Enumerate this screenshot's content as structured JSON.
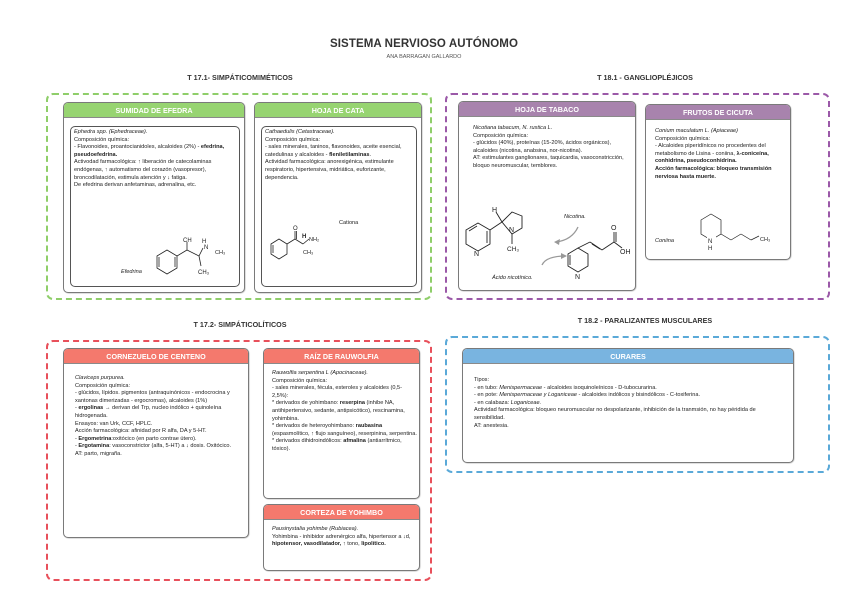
{
  "header": {
    "title": "SISTEMA NERVIOSO AUTÓNOMO",
    "author": "ANA BARRAGAN GALLARDO"
  },
  "colors": {
    "green": "#97d471",
    "purple": "#a883ad",
    "red": "#f4796d",
    "blue": "#79b4e0"
  },
  "sections": {
    "s171": {
      "title": "T 17.1- SIMPÁTICOMIMÉTICOS",
      "cards": {
        "efedra": {
          "title": "SUMIDAD DE EFEDRA",
          "species": "Ephedra spp. (Ephedraceae).",
          "comp_label": "Composición química:",
          "comp_1": "- Flavonoides, proantocianidoles, alcaloides (2%) - ",
          "comp_1_bold": "efedrina, pseudoefedrina.",
          "act_1": "Activodad farmacológica: ↑ liberación de catecolaminas endógenas, ↑ automatismo del corazón (vasopresor), broncodilatación, estimula atención y ↓ fatiga.",
          "deriv": "De efedrina derivan anfetaminas, adrenalina, etc.",
          "molecule_label": "Efedrina",
          "mol_oh": "CH",
          "mol_nh": "H",
          "mol_n": "N",
          "mol_ch3a": "CH₃",
          "mol_ch3b": "CH₃"
        },
        "cata": {
          "title": "HOJA DE CATA",
          "species": "Cathaedulis (Cetastraceae).",
          "comp_label": "Composición química:",
          "comp_1": "- sales minerales, taninos, flavonoides, aceite esencial, catedulinas y alcaloides - ",
          "comp_1_bold": "fleniletilaminas",
          "comp_1_end": ".",
          "act_1": "Actividad farmacológica: anorexigénica, estimulante respiratorio, hipertensiva, midriática, euforizante, dependencia.",
          "molecule_label": "Cationa",
          "mol_o": "O",
          "mol_nh2": "NH₂",
          "mol_h": "H",
          "mol_ch3": "CH₃"
        }
      }
    },
    "s181": {
      "title": "T 18.1 - GANGLIOPLÉJICOS",
      "cards": {
        "tabaco": {
          "title": "HOJA DE TABACO",
          "species": "Nicotiana tabacum, N. rustica L.",
          "comp_label": "Composición química:",
          "comp_1": "- glúcidos (40%), proteínas (15-20%, ácidos orgánicos), alcaloides (nicotina, anabsina, nor-nicotina).",
          "at": "AT: estimulantes ganglionares, taquicardia, vasoconstricción, bloquo neuromuscular, temblores.",
          "mol_nicotina": "Nicotina.",
          "mol_acido": "Ácido nicotínico.",
          "mol_h": "H",
          "mol_n": "N",
          "mol_ch3": "CH₃",
          "mol_o": "O",
          "mol_oh": "OH"
        },
        "cicuta": {
          "title": "FRUTOS DE CICUTA",
          "species": "Conium maculatum L. (Apiaceae)",
          "comp_label": "Composición química:",
          "comp_1": "- Alcaloides piperidínicos no procedentes del metabolismo de Lisina - coniina, ",
          "comp_1_bold": "λ-coniceína, conhidrina, pseudoconhidrina.",
          "act_bold": "Acción farmacológica: bloqueo transmisión nerviosa hasta muerte.",
          "molecule_label": "Coniina",
          "mol_n": "N",
          "mol_h": "H",
          "mol_ch3": "CH₃"
        }
      }
    },
    "s172": {
      "title": "T 17.2- SIMPÁTICOLÍTICOS",
      "cards": {
        "cornezuelo": {
          "title": "CORNEZUELO DE CENTENO",
          "species": "Claviceps purpurea.",
          "comp_label": "Composición química:",
          "comp_1": "- glúcidos, lípidos. pigmentos (antraquinónicos - endocrocina y xantonas dimerizadas - ergocromas), alcaloides (1%)",
          "erg_pre": "- ",
          "erg_bold": "ergolinas",
          "erg_rest": " → derivan del Trp, nucleo indólico + quinoleína hidrogenada.",
          "ensayos": "Ensayos:  van Urk, CCF, HPLC.",
          "accion": "Acción farmacológica: afinidad por R alfa, DA y 5-HT.",
          "ergomet_pre": "- ",
          "ergomet_bold": "Ergometrina",
          "ergomet_rest": ":oxitócico (en parto contrae útero).",
          "ergotam_pre": "- ",
          "ergotam_bold": "Ergotamina",
          "ergotam_rest": ":  vasoconstrictor (alfa, 5-HT) a ↓ dosis. Oxitócico.",
          "at": "AT:  parto, migraña."
        },
        "rauwolfia": {
          "title": "RAÍZ DE RAUWOLFIA",
          "species": "Rauwolfia serpentina L (Apocinaceae).",
          "comp_label": "Composición química:",
          "comp_1": "- sales minerales, fécula, esteroles y alcaloides (0,5-2,5%):",
          "d1_pre": "  * derivados de yohimbano: ",
          "d1_bold": "reserpina",
          "d1_rest": " (inhibe NA, antihipertensivo, sedante, antipsicótico), rescinamina, yohimbina.",
          "d2_pre": "  * derivados de heteroyohimbano: ",
          "d2_bold": "raubasina",
          "d2_rest": " (espasmolítico, ↑ flujo sanguíneo), reserpinina, serpentina.",
          "d3_pre": "  * derivados dihidroindólicos: ",
          "d3_bold": "afmalina",
          "d3_rest": " (antiarrítmico, tóxico)."
        },
        "yohimbo": {
          "title": "CORTEZA DE YOHIMBO",
          "species": "Pausinystalia yohimbe (Rubiacea).",
          "text_1": "Yohimbina - inhibidor adrenérgico alfa, hipertensor a ↓d, ",
          "text_1_bold": "hipotensor, vasodilatador,",
          "text_2": " ↑ tono, ",
          "text_2_bold": "lipolítico."
        }
      }
    },
    "s182": {
      "title": "T 18.2 - PARALIZANTES MUSCULARES",
      "cards": {
        "curares": {
          "title": "CURARES",
          "tipos": "Tipos:",
          "tubo_pre": "- en tubo: ",
          "tubo_it": "Menispermaceae",
          "tubo_rest": " - alcaloides isoquinoleínicos - D-tubocurarina.",
          "pote_pre": "- en pote:  ",
          "pote_it": "Menispermaceae y Loganiceae",
          "pote_rest": " - alcaloides indólicos y bisindólicos - C-toxiferina.",
          "calab_pre": "- en calabaza: ",
          "calab_it": "Loganiceae.",
          "act": "Actividad farmacológica:  bloqueo neuromuscular no despolarizante, inhibición de la tranmsión, no hay péridida de sensibilidad.",
          "at": "AT: anestesia."
        }
      }
    }
  }
}
